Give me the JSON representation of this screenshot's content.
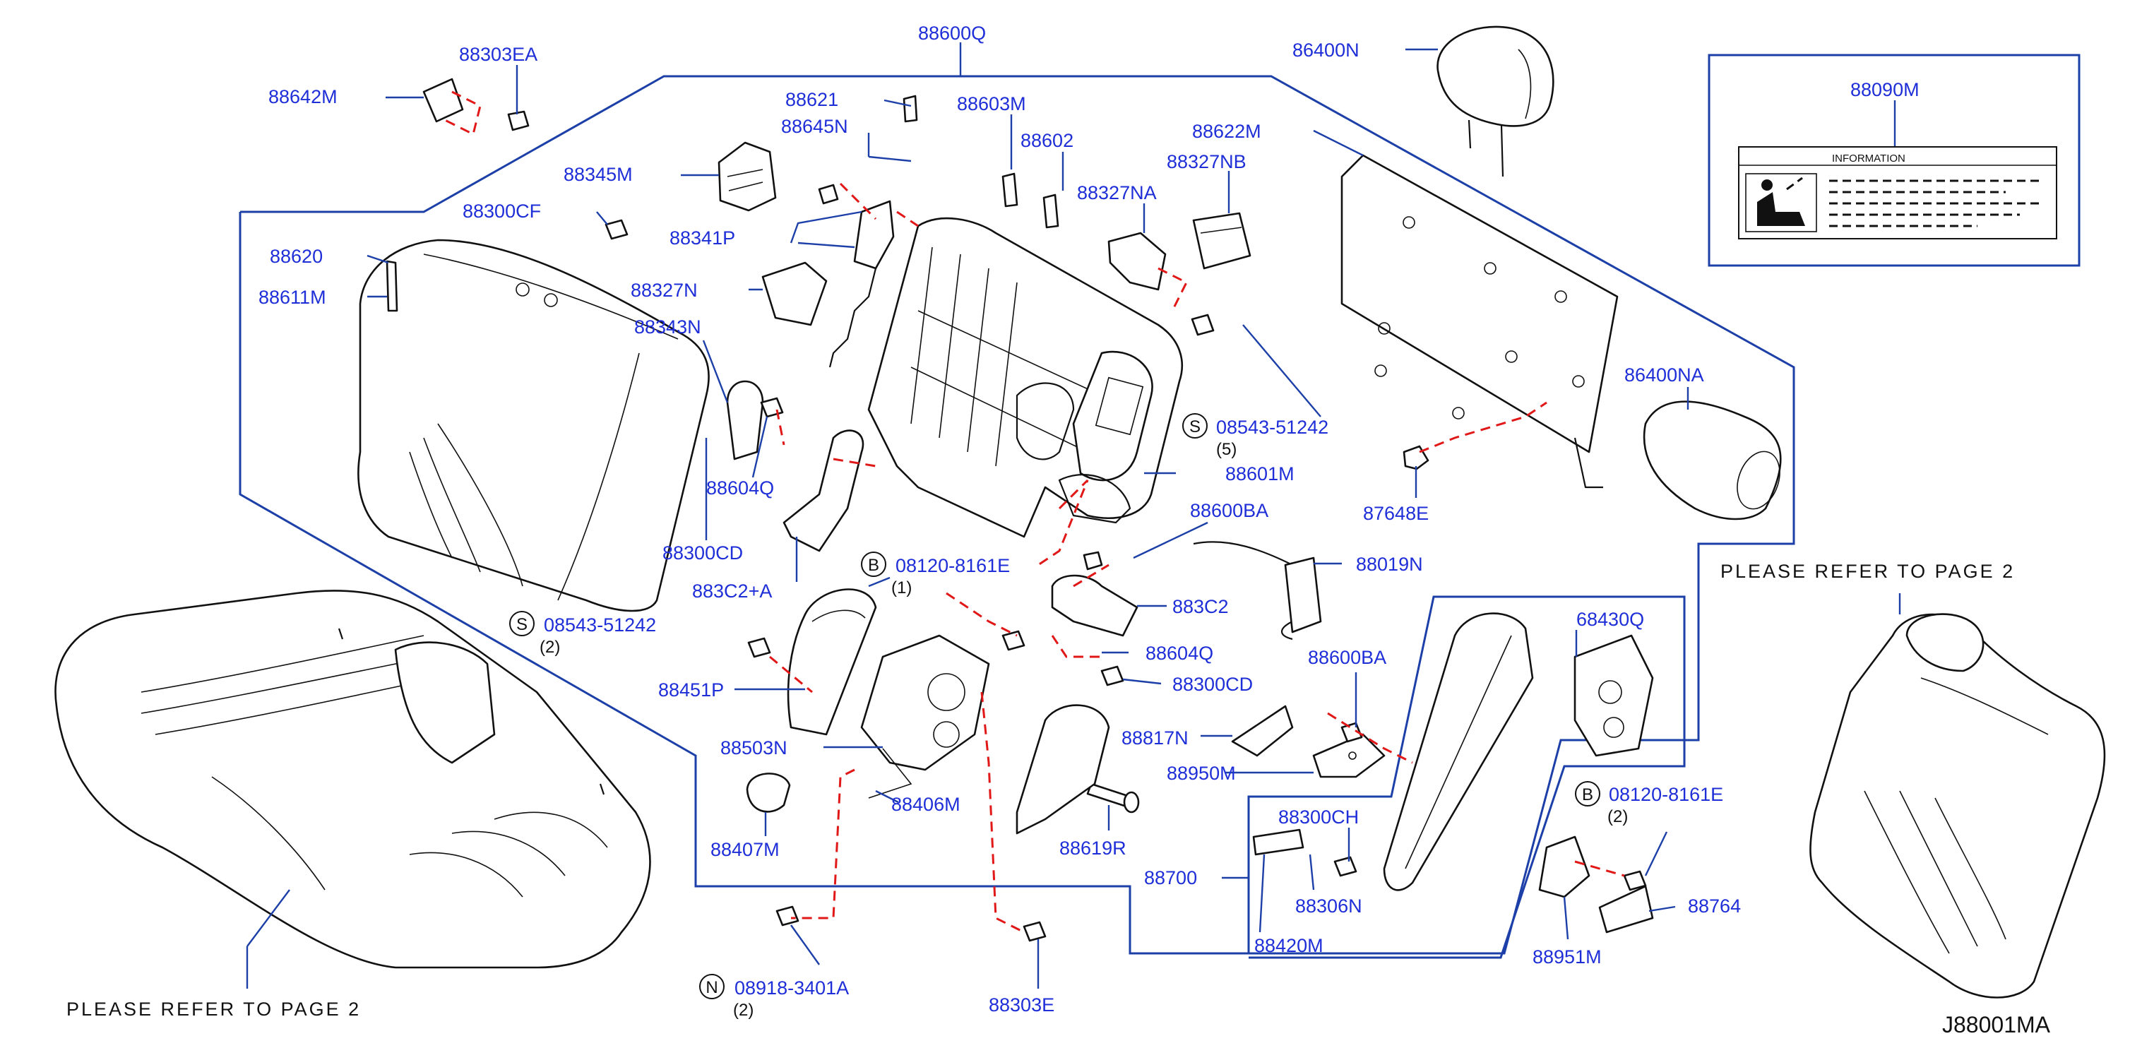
{
  "diagram_code": "J88001MA",
  "refer_note": "PLEASE  REFER  TO  PAGE  2",
  "info_label": {
    "part_number": "88090M",
    "header_text": "INFORMATION"
  },
  "callouts": {
    "c88600Q": "88600Q",
    "c86400N": "86400N",
    "c88303EA": "88303EA",
    "c88642M": "88642M",
    "c88621": "88621",
    "c88645N": "88645N",
    "c88603M": "88603M",
    "c88602": "88602",
    "c88622M": "88622M",
    "c88327NB": "88327NB",
    "c88345M": "88345M",
    "c88327NA": "88327NA",
    "c88300CF": "88300CF",
    "c88341P": "88341P",
    "c88620": "88620",
    "c88611M": "88611M",
    "c88327N": "88327N",
    "c88343N": "88343N",
    "c86400NA": "86400NA",
    "c88604Q_a": "88604Q",
    "c88601M": "88601M",
    "c87648E": "87648E",
    "c88300CD_a": "88300CD",
    "c88600BA_a": "88600BA",
    "c883C2A": "883C2+A",
    "c88019N": "88019N",
    "c883C2": "883C2",
    "c88604Q_b": "88604Q",
    "c88300CD_b": "88300CD",
    "c88600BA_b": "88600BA",
    "c68430Q": "68430Q",
    "c88451P": "88451P",
    "c88817N": "88817N",
    "c88503N": "88503N",
    "c88950M": "88950M",
    "c88406M": "88406M",
    "c88300CH": "88300CH",
    "c88407M": "88407M",
    "c88619R": "88619R",
    "c88700": "88700",
    "c88306N": "88306N",
    "c88764": "88764",
    "c88420M": "88420M",
    "c88951M": "88951M",
    "c88303E": "88303E"
  },
  "fasteners": [
    {
      "symbol": "S",
      "part": "08543-51242",
      "qty": "(5)"
    },
    {
      "symbol": "B",
      "part": "08120-8161E",
      "qty": "(1)"
    },
    {
      "symbol": "S",
      "part": "08543-51242",
      "qty": "(2)"
    },
    {
      "symbol": "B",
      "part": "08120-8161E",
      "qty": "(2)"
    },
    {
      "symbol": "N",
      "part": "08918-3401A",
      "qty": "(2)"
    }
  ],
  "colors": {
    "part_number_text": "#1f2fd8",
    "group_outline": "#1c3fa8",
    "fastener_dash": "#e11818",
    "drawing": "#111111"
  },
  "icons": [
    "headrest-icon",
    "seat-back-pad-icon",
    "seat-cushion-icon",
    "seat-frame-icon",
    "bolt-icon",
    "latch-icon"
  ]
}
